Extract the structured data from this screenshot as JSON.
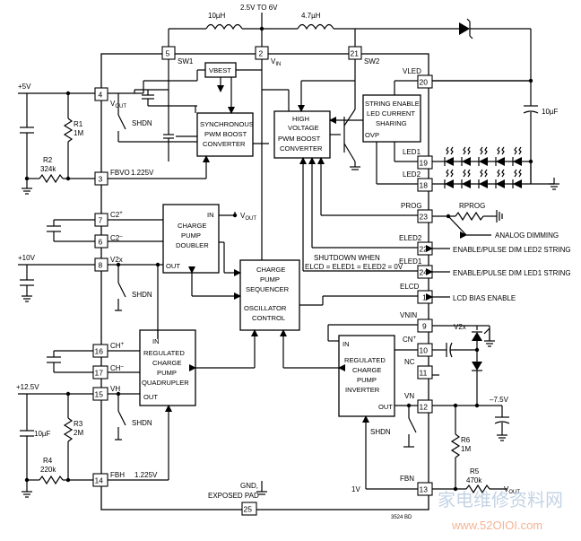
{
  "supply_label": "2.5V TO 6V",
  "inductor1": "10µH",
  "inductor2": "4.7µH",
  "vbest": "VBEST",
  "blocks": {
    "sync_boost": [
      "SYNCHRONOUS",
      "PWM BOOST",
      "CONVERTER"
    ],
    "hv_boost": [
      "HIGH",
      "VOLTAGE",
      "PWM BOOST",
      "CONVERTER"
    ],
    "string_enable": [
      "STRING ENABLE",
      "LED CURRENT",
      "SHARING"
    ],
    "ovp": "OVP",
    "pump_doubler": [
      "CHARGE",
      "PUMP",
      "DOUBLER"
    ],
    "sequencer": [
      "CHARGE",
      "PUMP",
      "SEQUENCER"
    ],
    "oscillator": [
      "OSCILLATOR",
      "CONTROL"
    ],
    "quadrupler": [
      "REGULATED",
      "CHARGE",
      "PUMP",
      "QUADRUPLER"
    ],
    "inverter": [
      "REGULATED",
      "CHARGE",
      "PUMP",
      "INVERTER"
    ]
  },
  "block_ports": {
    "doubler_in": "IN",
    "doubler_out": "OUT",
    "quad_in": "IN",
    "quad_out": "OUT",
    "inv_in": "IN",
    "inv_out": "OUT"
  },
  "pins": {
    "p5": "5",
    "sw1": "SW1",
    "p2": "2",
    "vin": "V",
    "vin_sub": "IN",
    "p21": "21",
    "sw2": "SW2",
    "p4": "4",
    "vout_left": "V",
    "vout_left_sub": "OUT",
    "p3": "3",
    "fbvo": "FBVO",
    "ref1": "1.225V",
    "p7": "7",
    "c2p": "C2",
    "c2p_sup": "+",
    "p6": "6",
    "c2m": "C2",
    "c2m_sup": "–",
    "p8": "8",
    "v2x_left": "V2x",
    "p16": "16",
    "chp": "CH",
    "chp_sup": "+",
    "p17": "17",
    "chm": "CH",
    "chm_sup": "–",
    "p15": "15",
    "vh": "VH",
    "p14": "14",
    "fbh": "FBH",
    "ref2": "1.225V",
    "p20": "20",
    "vled": "VLED",
    "p19": "19",
    "led1": "LED1",
    "p18": "18",
    "led2": "LED2",
    "p23": "23",
    "prog": "PROG",
    "p22": "22",
    "eled2": "ELED2",
    "p24": "24",
    "eled1": "ELED1",
    "p1": "1",
    "elcd": "ELCD",
    "p9": "9",
    "vnin": "VNIN",
    "p10": "10",
    "cn": "CN",
    "cn_sup": "+",
    "p11": "11",
    "nc": "NC",
    "p12": "12",
    "vn": "VN",
    "p13": "13",
    "fbn": "FBN",
    "p25": "25"
  },
  "labels": {
    "plus5v": "+5V",
    "r1": "R1",
    "r1v": "1M",
    "r2": "R2",
    "r2v": "324k",
    "shdn1": "SHDN",
    "plus10v": "+10V",
    "shdn2": "SHDN",
    "plus12v5": "+12.5V",
    "c_left": "10µF",
    "r3": "R3",
    "r3v": "2M",
    "r4": "R4",
    "r4v": "220k",
    "shdn3": "SHDN",
    "vout_doubler": "V",
    "vout_doubler_sub": "OUT",
    "cap_right": "10µF",
    "rprog": "RPROG",
    "analog_dimming": "ANALOG DIMMING",
    "shutdown_when": "SHUTDOWN WHEN",
    "shutdown_cond": "ELCD = ELED1 = ELED2 = 0V",
    "en_led2": "ENABLE/PULSE DIM LED2 STRING",
    "en_led1": "ENABLE/PULSE DIM LED1 STRING",
    "lcd_bias": "LCD BIAS ENABLE",
    "v2x_right": "V2x",
    "neg7v5": "–7.5V",
    "r6": "R6",
    "r6v": "1M",
    "r5": "R5",
    "r5v": "470k",
    "vout_right": "V",
    "vout_right_sub": "OUT",
    "shdn4": "SHDN",
    "one_v": "1V",
    "gnd1": "GND,",
    "gnd2": "EXPOSED PAD",
    "figcode": "3524 BD"
  },
  "watermark": {
    "cn": "家电维修资料网",
    "url": "www.52OIOI.com"
  }
}
